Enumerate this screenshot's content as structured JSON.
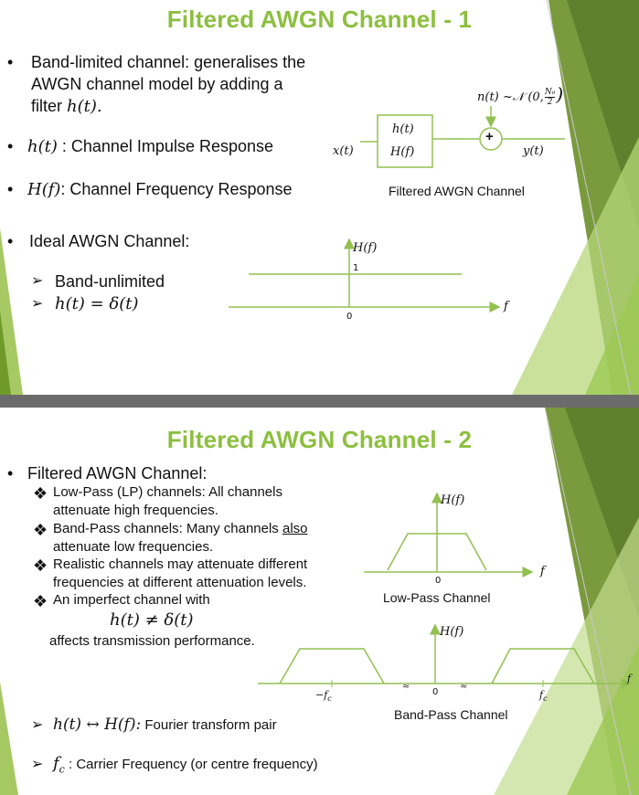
{
  "slide1": {
    "title": "Filtered AWGN Channel - 1",
    "bullet1_line1": "Band-limited channel: generalises the",
    "bullet1_line2": "AWGN  channel model by adding a",
    "bullet1_line3_prefix": "filter ",
    "bullet1_math": "h(t).",
    "bullet2_math": "h(t)",
    "bullet2_text": " : Channel Impulse Response",
    "bullet3_math": "H(f)",
    "bullet3_text": ": Channel Frequency Response",
    "bullet4": "Ideal AWGN Channel:",
    "sub1": "Band-unlimited",
    "sub2_math": "h(t) = δ(t)",
    "diagram": {
      "noise_label": "n(t) ~𝒩 (0,",
      "noise_frac_num": "N₀",
      "noise_frac_den": "2",
      "noise_close": ")",
      "box_top": "h(t)",
      "box_bottom": "H(f)",
      "plus": "+",
      "input": "x(t)",
      "output": "y(t)",
      "caption": "Filtered AWGN Channel"
    },
    "plot": {
      "ylabel": "H(f)",
      "one": "1",
      "zero": "0",
      "xlabel": "f"
    }
  },
  "slide2": {
    "title": "Filtered AWGN Channel - 2",
    "bullet1": "Filtered AWGN Channel:",
    "lp_line1": "Low-Pass (LP) channels: All channels",
    "lp_line2": "attenuate high frequencies.",
    "bp_line1_a": "Band-Pass channels: Many channels ",
    "bp_line1_b": "also",
    "bp_line2": "attenuate low frequencies.",
    "real_line1": "Realistic channels may attenuate different",
    "real_line2": "frequencies at different attenuation levels.",
    "imp_line1": "An imperfect channel with",
    "imp_math": "h(t) ≠ δ(t)",
    "imp_line3": "affects transmission performance.",
    "fourier_math": "h(t) ↔ H(f):",
    "fourier_text": " Fourier transform pair",
    "carrier_math": "f",
    "carrier_sub": "c",
    "carrier_text": " : Carrier Frequency (or centre frequency)",
    "lp_plot": {
      "ylabel": "H(f)",
      "zero": "0",
      "xlabel": "f",
      "caption": "Low-Pass Channel"
    },
    "bp_plot": {
      "ylabel": "H(f)",
      "zero": "0",
      "xlabel": "f",
      "neg_fc": "−f",
      "neg_fc_sub": "c",
      "fc": "f",
      "fc_sub": "c",
      "caption": "Band-Pass Channel"
    }
  },
  "colors": {
    "accent": "#8cbf3f",
    "plotline": "#92c050",
    "divider": "#6b6b6b"
  }
}
